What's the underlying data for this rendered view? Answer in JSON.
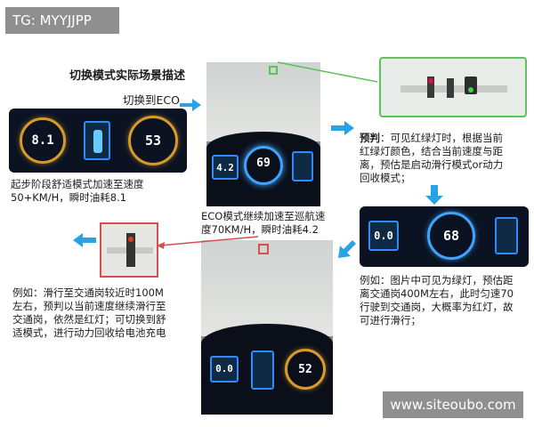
{
  "watermark": {
    "tag": "TG: MYYJJPP",
    "site": "www.siteoubo.com"
  },
  "title": "切换模式实际场景描述",
  "switch_label": "切换到ECO",
  "step1": {
    "text_line1": "起步阶段舒适模式加速至速度",
    "text_line2": "50+KM/H，瞬时油耗8.1",
    "left_value": "8.1",
    "right_value": "53"
  },
  "step2": {
    "text_line1": "ECO模式继续加速至巡航速",
    "text_line2": "度70KM/H，瞬时油耗4.2",
    "left_value": "4.2",
    "center_value": "69"
  },
  "step3": {
    "lead": "预判",
    "text_line1": "：可见红绿灯时，根据当前",
    "text_line2": "红绿灯颜色，结合当前速度与距",
    "text_line3": "离，预估是启动滑行模式or动力",
    "text_line4": "回收模式；"
  },
  "step4": {
    "text_line1": "例如：图片中可见为绿灯，预估距",
    "text_line2": "离交通岗400M左右，此时匀速70",
    "text_line3": "行驶到交通岗，大概率为红灯，故",
    "text_line4": "可进行滑行；",
    "left_value": "0.0",
    "center_value": "68"
  },
  "step5": {
    "text_line1": "例如：滑行至交通岗较近时100M",
    "text_line2": "左右，预判以当前速度继续滑行至",
    "text_line3": "交通岗，依然是红灯；可切换到舒",
    "text_line4": "适模式，进行动力回收给电池充电",
    "left_value": "0.0",
    "right_value": "52"
  },
  "colors": {
    "accent_blue": "#29a3e6",
    "green_frame": "#5cc25c",
    "red_frame": "#d45050",
    "gauge_orange": "#d89b2a"
  },
  "icons": [
    "arrow-right-icon",
    "arrow-down-icon",
    "arrow-left-icon",
    "traffic-light-icon"
  ]
}
